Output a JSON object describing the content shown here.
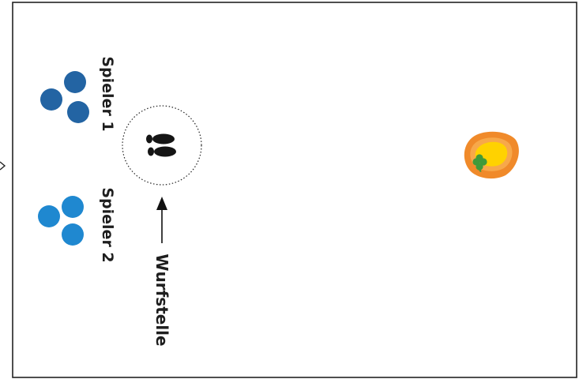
{
  "diagram": {
    "colors": {
      "player1": "#2364a3",
      "player2": "#1f88d0",
      "border": "#222222",
      "target_outer": "#f08a2a",
      "target_inner": "#ffd200",
      "clover": "#3f9a3a"
    },
    "labels": {
      "player1": "Spieler 1",
      "player2": "Spieler 2",
      "throw_spot": "Wurfstelle"
    },
    "icons": {
      "throw_spot": "footprints-icon",
      "target": "target-jack-icon"
    }
  }
}
